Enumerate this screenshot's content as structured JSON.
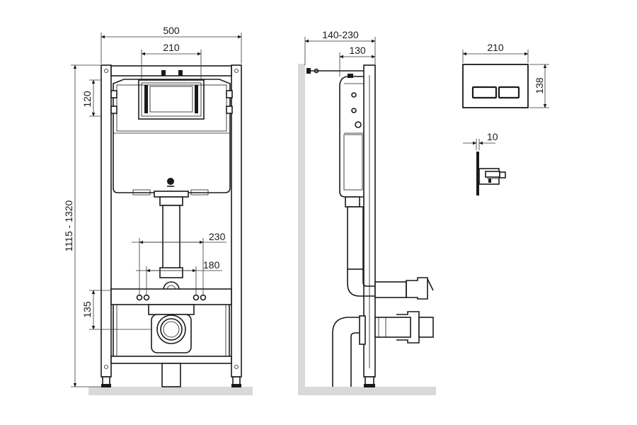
{
  "front_view": {
    "dim_width_total": "500",
    "dim_width_flush_plate": "210",
    "dim_height_adjustable": "1115 - 1320",
    "dim_plate_height": "120",
    "dim_pipe_spacing_outer": "230",
    "dim_pipe_spacing_inner": "180",
    "dim_bolt_height": "135"
  },
  "side_view": {
    "dim_depth_range": "140-230",
    "dim_depth": "130"
  },
  "flush_plate": {
    "dim_width": "210",
    "dim_height": "138",
    "dim_thickness": "10"
  },
  "colors": {
    "line": "#1a1a1a",
    "floor": "#d9d9d9",
    "background": "#ffffff"
  }
}
